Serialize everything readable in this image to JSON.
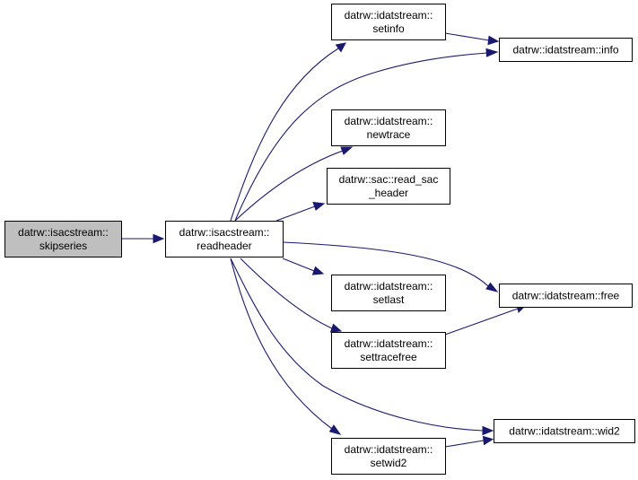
{
  "nodes": [
    {
      "id": "skipseries",
      "lines": [
        "datrw::isacstream::",
        "skipseries"
      ],
      "highlighted": true
    },
    {
      "id": "readheader",
      "lines": [
        "datrw::isacstream::",
        "readheader"
      ]
    },
    {
      "id": "setinfo",
      "lines": [
        "datrw::idatstream::",
        "setinfo"
      ]
    },
    {
      "id": "info",
      "lines": [
        "datrw::idatstream::info"
      ]
    },
    {
      "id": "newtrace",
      "lines": [
        "datrw::idatstream::",
        "newtrace"
      ]
    },
    {
      "id": "read_sac_header",
      "lines": [
        "datrw::sac::read_sac",
        "_header"
      ]
    },
    {
      "id": "setlast",
      "lines": [
        "datrw::idatstream::",
        "setlast"
      ]
    },
    {
      "id": "free",
      "lines": [
        "datrw::idatstream::free"
      ]
    },
    {
      "id": "settracefree",
      "lines": [
        "datrw::idatstream::",
        "settracefree"
      ]
    },
    {
      "id": "wid2",
      "lines": [
        "datrw::idatstream::wid2"
      ]
    },
    {
      "id": "setwid2",
      "lines": [
        "datrw::idatstream::",
        "setwid2"
      ]
    }
  ],
  "edges": [
    {
      "from": "skipseries",
      "to": "readheader"
    },
    {
      "from": "readheader",
      "to": "setinfo"
    },
    {
      "from": "readheader",
      "to": "info"
    },
    {
      "from": "readheader",
      "to": "newtrace"
    },
    {
      "from": "readheader",
      "to": "read_sac_header"
    },
    {
      "from": "readheader",
      "to": "setlast"
    },
    {
      "from": "readheader",
      "to": "free"
    },
    {
      "from": "readheader",
      "to": "settracefree"
    },
    {
      "from": "readheader",
      "to": "wid2"
    },
    {
      "from": "readheader",
      "to": "setwid2"
    },
    {
      "from": "setinfo",
      "to": "info"
    },
    {
      "from": "settracefree",
      "to": "free"
    },
    {
      "from": "setwid2",
      "to": "wid2"
    }
  ],
  "colors": {
    "edge": "#191970",
    "highlight_fill": "#bfbfbf",
    "node_border": "#000000"
  }
}
